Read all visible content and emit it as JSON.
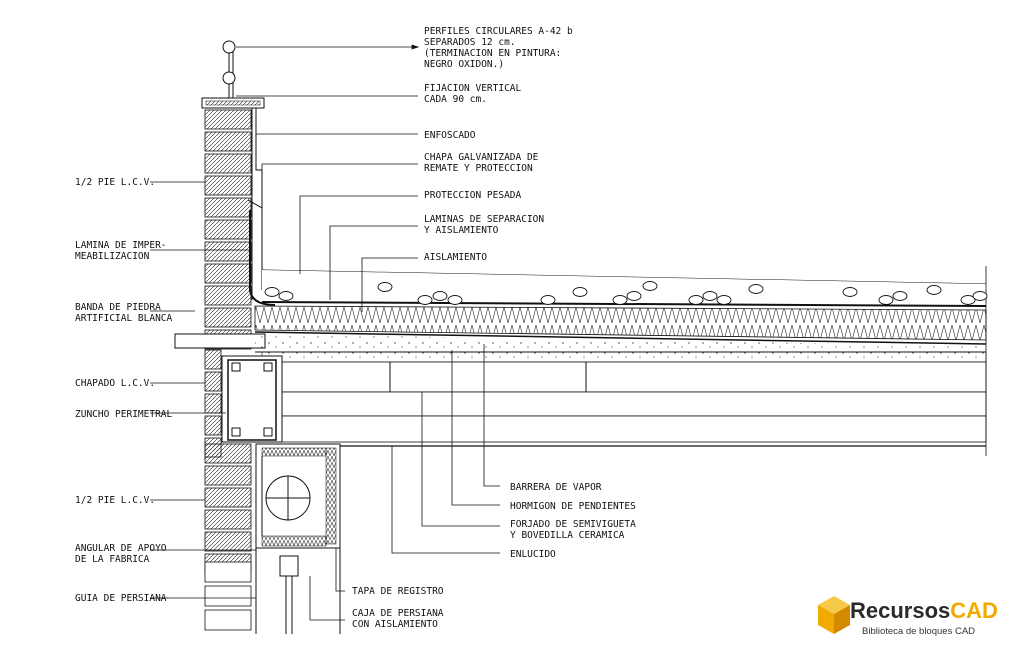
{
  "labels_right": [
    {
      "id": "perfiles",
      "lines": [
        "PERFILES CIRCULARES A-42 b",
        "SEPARADOS 12 cm.",
        "(TERMINACION EN PINTURA:",
        "NEGRO OXIDON.)"
      ]
    },
    {
      "id": "fijacion",
      "lines": [
        "FIJACION VERTICAL",
        "CADA 90 cm."
      ]
    },
    {
      "id": "enfoscado",
      "lines": [
        "ENFOSCADO"
      ]
    },
    {
      "id": "chapa",
      "lines": [
        "CHAPA GALVANIZADA DE",
        "REMATE Y PROTECCION"
      ]
    },
    {
      "id": "proteccion",
      "lines": [
        "PROTECCION PESADA"
      ]
    },
    {
      "id": "laminas",
      "lines": [
        "LAMINAS DE SEPARACION",
        "Y AISLAMIENTO"
      ]
    },
    {
      "id": "aislamiento",
      "lines": [
        "AISLAMIENTO"
      ]
    },
    {
      "id": "barrera",
      "lines": [
        "BARRERA DE VAPOR"
      ]
    },
    {
      "id": "hormigon",
      "lines": [
        "HORMIGON DE PENDIENTES"
      ]
    },
    {
      "id": "forjado",
      "lines": [
        "FORJADO DE SEMIVIGUETA",
        "Y BOVEDILLA CERAMICA"
      ]
    },
    {
      "id": "enlucido",
      "lines": [
        "ENLUCIDO"
      ]
    },
    {
      "id": "tapa",
      "lines": [
        "TAPA DE REGISTRO"
      ]
    },
    {
      "id": "caja",
      "lines": [
        "CAJA DE PERSIANA",
        "CON AISLAMIENTO"
      ]
    }
  ],
  "labels_left": [
    {
      "id": "medio_pie_1",
      "lines": [
        "1/2 PIE L.C.V."
      ]
    },
    {
      "id": "lamina_imper",
      "lines": [
        "LAMINA DE IMPER-",
        "MEABILIZACION"
      ]
    },
    {
      "id": "banda",
      "lines": [
        "BANDA DE PIEDRA",
        "ARTIFICIAL BLANCA"
      ]
    },
    {
      "id": "chapado",
      "lines": [
        "CHAPADO L.C.V."
      ]
    },
    {
      "id": "zuncho",
      "lines": [
        "ZUNCHO PERIMETRAL"
      ]
    },
    {
      "id": "medio_pie_2",
      "lines": [
        "1/2 PIE L.C.V."
      ]
    },
    {
      "id": "angular",
      "lines": [
        "ANGULAR DE APOYO",
        "DE LA FABRICA"
      ]
    },
    {
      "id": "guia",
      "lines": [
        "GUIA DE PERSIANA"
      ]
    }
  ],
  "brand": {
    "name_main": "Recursos",
    "name_accent": "CAD",
    "tagline": "Biblioteca de bloques CAD",
    "color_main": "#2a2a2a",
    "color_accent": "#f2a900",
    "logo_icon": "cube-logo-icon"
  }
}
